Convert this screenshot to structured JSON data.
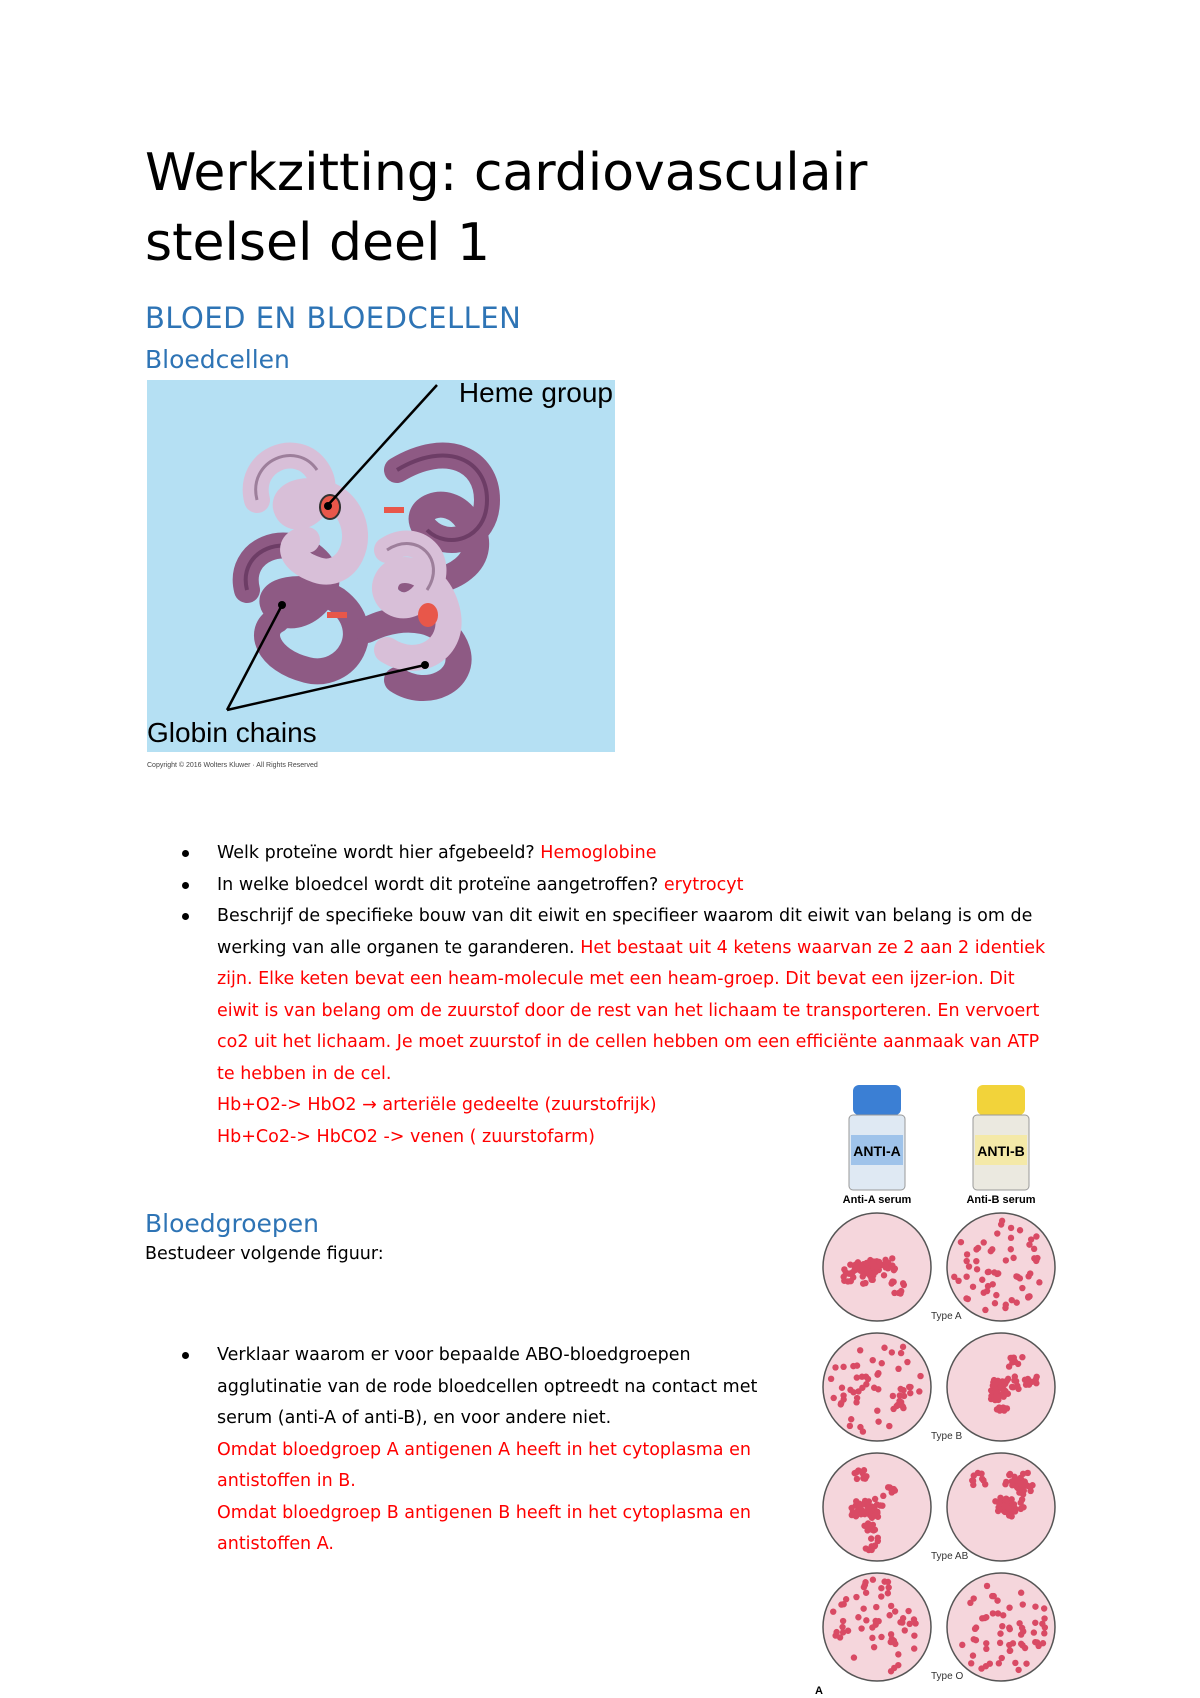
{
  "title": "Werkzitting: cardiovasculair stelsel deel 1",
  "section": "BLOED EN BLOEDCELLEN",
  "subsection1": "Bloedcellen",
  "heme_figure": {
    "label_heme": "Heme group",
    "label_globin": "Globin chains",
    "copyright": "Copyright © 2016 Wolters Kluwer · All Rights Reserved"
  },
  "questions": [
    {
      "q": "Welk proteïne wordt hier afgebeeld?",
      "a": "Hemoglobine"
    },
    {
      "q": "In welke bloedcel wordt dit proteïne aangetroffen?",
      "a": "erytrocyt"
    },
    {
      "q": "Beschrijf de specifieke bouw van dit eiwit en specifieer waarom dit eiwit van belang is om de werking van alle organen te garanderen.",
      "a": "Het bestaat uit 4 ketens waarvan ze 2 aan 2 identiek zijn. Elke keten bevat een heam-molecule met een heam-groep. Dit bevat een ijzer-ion. Dit eiwit is van belang om de zuurstof door de rest van het lichaam te transporteren. En vervoert co2 uit het lichaam. Je moet zuurstof in de cellen hebben om een efficiënte aanmaak van ATP te hebben in de cel.",
      "line2": "Hb+O2-> HbO2 → arteriële gedeelte (zuurstofrijk)",
      "line3": "Hb+Co2-> HbCO2 -> venen ( zuurstofarm)"
    }
  ],
  "subsection2": "Bloedgroepen",
  "study_text": "Bestudeer volgende figuur:",
  "abo_question": {
    "q": "Verklaar waarom er voor bepaalde ABO-bloedgroepen agglutinatie van de rode bloedcellen optreedt na contact met serum (anti-A of anti-B), en voor andere niet.",
    "a1": "Omdat bloedgroep A antigenen A heeft in het cytoplasma en antistoffen in B.",
    "a2": "Omdat bloedgroep B antigenen B heeft in het cytoplasma en antistoffen A."
  },
  "abo_figure": {
    "vial_a": "ANTI-A",
    "vial_b": "ANTI-B",
    "serum_a": "Anti-A serum",
    "serum_b": "Anti-B serum",
    "types": [
      "Type A",
      "Type B",
      "Type AB",
      "Type O"
    ],
    "panel_label": "A",
    "colors": {
      "vial_a": "#3b7fd4",
      "vial_b": "#f2d33a",
      "cell": "#d94a64",
      "dish": "#f5d6dc"
    }
  }
}
